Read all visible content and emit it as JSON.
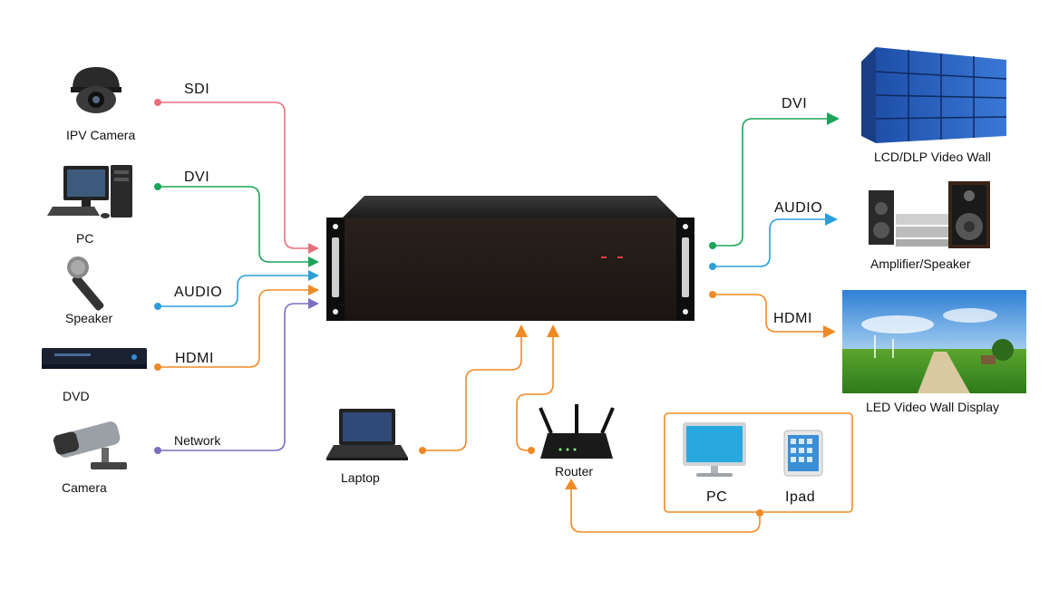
{
  "inputs": {
    "ipv_camera": {
      "label": "IPV Camera",
      "signal": "SDI"
    },
    "pc": {
      "label": "PC",
      "signal": "DVI"
    },
    "speaker": {
      "label": "Speaker",
      "signal": "AUDIO"
    },
    "dvd": {
      "label": "DVD",
      "signal": "HDMI"
    },
    "camera": {
      "label": "Camera",
      "signal": "Network"
    }
  },
  "outputs": {
    "video_wall": {
      "label": "LCD/DLP Video Wall",
      "signal": "DVI"
    },
    "amplifier": {
      "label": "Amplifier/Speaker",
      "signal": "AUDIO"
    },
    "led_display": {
      "label": "LED Video Wall Display",
      "signal": "HDMI"
    }
  },
  "network": {
    "laptop": {
      "label": "Laptop"
    },
    "router": {
      "label": "Router"
    },
    "client_pc": {
      "label": "PC"
    },
    "ipad": {
      "label": "Ipad"
    }
  },
  "colors": {
    "sdi": "#e8707e",
    "dvi": "#1aa55a",
    "audio": "#2b9fd9",
    "hdmi": "#f08a24",
    "network": "#7b6fc0"
  }
}
